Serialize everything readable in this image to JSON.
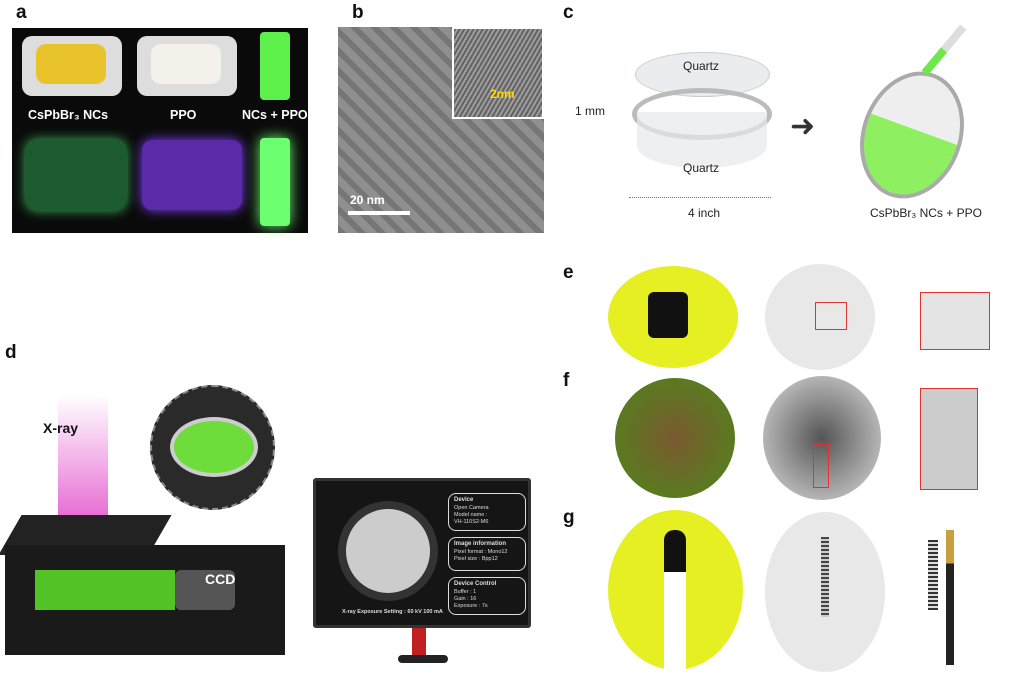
{
  "panels": {
    "a": {
      "label": "a",
      "samples": [
        "CsPbBr₃ NCs",
        "PPO",
        "NCs + PPO"
      ]
    },
    "b": {
      "label": "b",
      "scale_bar": "20 nm",
      "inset_scale": "2nm"
    },
    "c": {
      "label": "c",
      "top_layer": "Quartz",
      "bottom_layer": "Quartz",
      "thickness": "1 mm",
      "diameter": "4 inch",
      "result": "CsPbBr₃ NCs + PPO"
    },
    "d": {
      "label": "d",
      "source": "X-ray",
      "detector": "CCD",
      "monitor": {
        "device_title": "Device",
        "device_lines": [
          "Open Camera",
          "Model name :",
          "VH-110S2-M6"
        ],
        "image_title": "Image information",
        "image_lines": [
          "Pixel format : Mono12",
          "Pixel size : Bpp12"
        ],
        "control_title": "Device Control",
        "control_lines": [
          "Buffer : 1",
          "Gain : 16",
          "Exposure : 7s"
        ],
        "exposure": "X-ray Exposure Setting : 60 kV 100 mA"
      }
    },
    "e": {
      "label": "e"
    },
    "f": {
      "label": "f"
    },
    "g": {
      "label": "g"
    }
  },
  "colors": {
    "green": "#7ef05a",
    "yellow": "#e5ec1e",
    "magenta": "#e040c8"
  }
}
